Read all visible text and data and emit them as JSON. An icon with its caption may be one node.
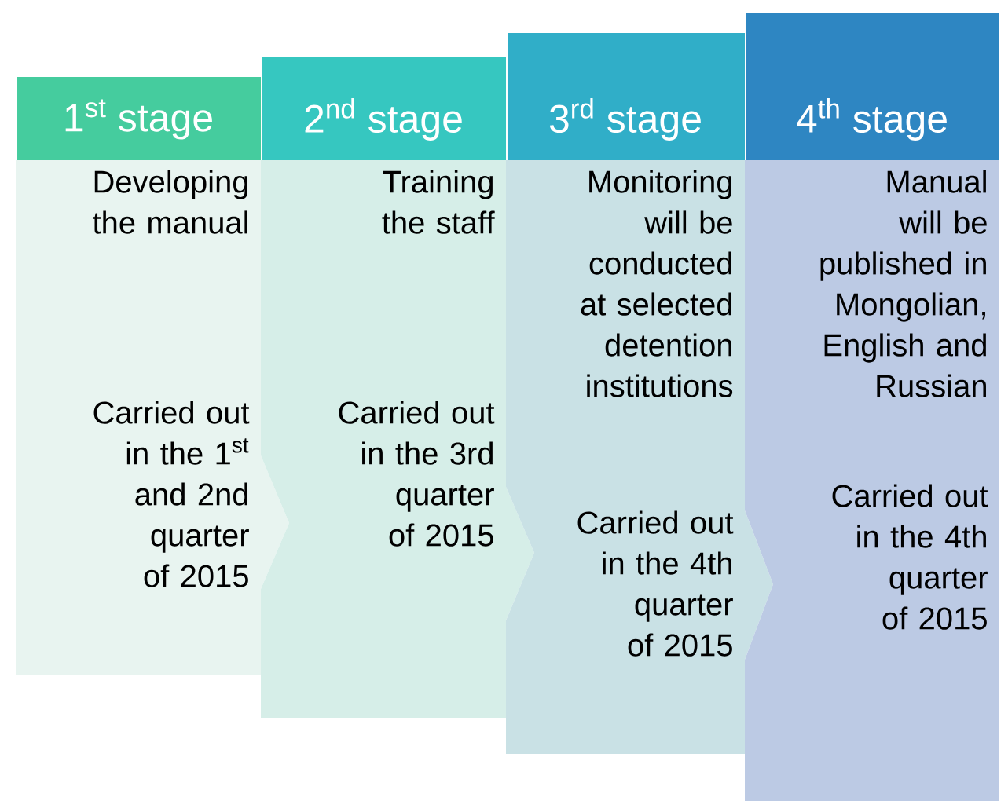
{
  "diagram": {
    "nodes": [
      {
        "text": [
          "1$^{st}$ stage"
        ]
      },
      {
        "text": [
          "Developing the manual",
          "Carried out in the 1$^{st}$ and 2nd quarter of 2015"
        ]
      },
      {
        "text": [
          "2$^{nd}$ stage"
        ]
      },
      {
        "text": [
          "Training the staff",
          "Carried out in the 3rd quarter of 2015"
        ]
      },
      {
        "text": [
          "3$^{rd}$ stage"
        ]
      },
      {
        "text": [
          "Monitoring will be conducted at selected detention institutions",
          "Carried out in the 4th quarter of 2015"
        ]
      },
      {
        "text": [
          "4$^{th}$ stage"
        ]
      },
      {
        "text": [
          "Manual will be published in Mongolian, English and Russian",
          "Carried out in the 4th quarter of 2015"
        ]
      }
    ]
  }
}
